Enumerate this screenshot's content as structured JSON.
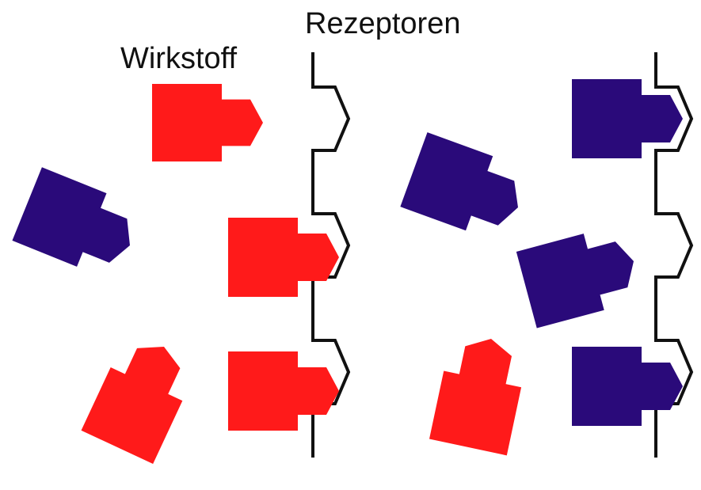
{
  "labels": {
    "drug": "Wirkstoff",
    "receptors": "Rezeptoren"
  },
  "colors": {
    "drug": "#ff1a1a",
    "other": "#2a0a7a",
    "receptor_line": "#111111",
    "background": "#ffffff"
  },
  "panels": [
    {
      "id": "left",
      "molecules": [
        {
          "kind": "drug",
          "state": "free"
        },
        {
          "kind": "other",
          "state": "free"
        },
        {
          "kind": "drug",
          "state": "bound"
        },
        {
          "kind": "drug",
          "state": "bound"
        },
        {
          "kind": "drug",
          "state": "free"
        }
      ]
    },
    {
      "id": "right",
      "molecules": [
        {
          "kind": "other",
          "state": "bound"
        },
        {
          "kind": "other",
          "state": "free"
        },
        {
          "kind": "other",
          "state": "free"
        },
        {
          "kind": "other",
          "state": "bound"
        },
        {
          "kind": "drug",
          "state": "free"
        }
      ]
    }
  ]
}
